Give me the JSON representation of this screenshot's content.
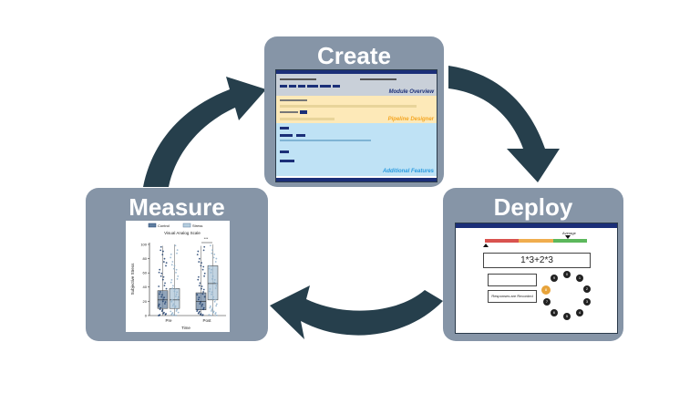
{
  "steps": {
    "create": "Create",
    "deploy": "Deploy",
    "measure": "Measure"
  },
  "create_screenshot": {
    "section_module": "Module Overview",
    "section_pipeline": "Pipeline Designer",
    "section_additional": "Additional Features"
  },
  "deploy_screenshot": {
    "marker_label": "Average",
    "expression": "1*3+2*3",
    "response_label": "Responses are Recorded",
    "keypad_digits": [
      "0",
      "1",
      "2",
      "3",
      "4",
      "5",
      "6",
      "7",
      "8",
      "9"
    ]
  },
  "measure_chart": {
    "legend_control": "Control",
    "legend_stress": "Stress",
    "significance": "***"
  },
  "chart_data": {
    "type": "box",
    "title": "Visual Analog Scale",
    "xlabel": "Time",
    "ylabel": "Subjective Stress",
    "categories": [
      "Pre",
      "Post"
    ],
    "ylim": [
      0,
      100
    ],
    "yticks": [
      0,
      20,
      40,
      60,
      80,
      100
    ],
    "series": [
      {
        "name": "Control",
        "color": "#1f3e6d",
        "boxes": [
          {
            "q1": 10,
            "median": 22,
            "q3": 35,
            "whisker_low": 0,
            "whisker_high": 98
          },
          {
            "q1": 8,
            "median": 20,
            "q3": 32,
            "whisker_low": 0,
            "whisker_high": 98
          }
        ]
      },
      {
        "name": "Stress",
        "color": "#8fb2cc",
        "boxes": [
          {
            "q1": 10,
            "median": 22,
            "q3": 38,
            "whisker_low": 0,
            "whisker_high": 100
          },
          {
            "q1": 22,
            "median": 45,
            "q3": 70,
            "whisker_low": 0,
            "whisker_high": 100
          }
        ]
      }
    ],
    "legend": "top"
  },
  "colors": {
    "card": "#8695a7",
    "arrow": "#263f4c",
    "module_band": "#c9d0d9",
    "pipeline_band": "#fde9b8",
    "additional_band": "#bfe2f5",
    "navy": "#1b2f78",
    "orange": "#f4a623",
    "blue_label": "#2a9be0"
  }
}
